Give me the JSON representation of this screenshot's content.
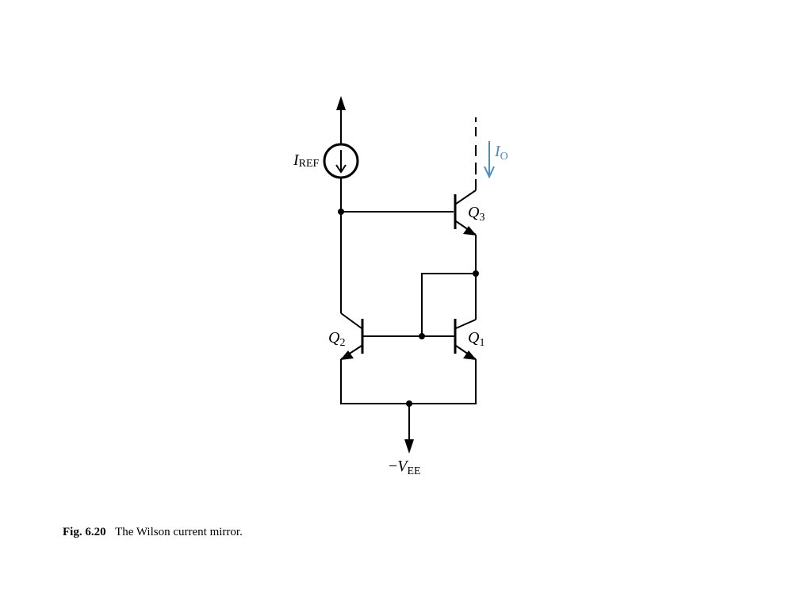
{
  "labels": {
    "iref_main": "I",
    "iref_sub": "REF",
    "io_main": "I",
    "io_sub": "O",
    "q3_main": "Q",
    "q3_sub": "3",
    "q2_main": "Q",
    "q2_sub": "2",
    "q1_main": "Q",
    "q1_sub": "1",
    "vee_minus": "−",
    "vee_main": "V",
    "vee_sub": "EE"
  },
  "caption": {
    "number": "Fig. 6.20",
    "text": "The Wilson current mirror."
  },
  "colors": {
    "io_accent": "#4a8cc0"
  }
}
